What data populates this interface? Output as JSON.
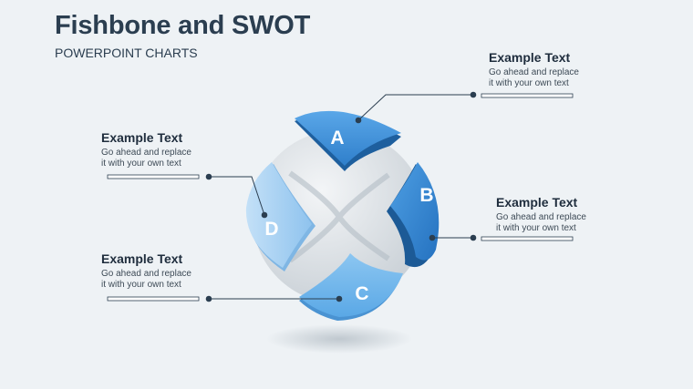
{
  "header": {
    "title": "Fishbone and SWOT",
    "subtitle": "POWERPOINT CHARTS"
  },
  "diagram": {
    "segments": [
      {
        "letter": "A",
        "color": "#3b8fd8"
      },
      {
        "letter": "B",
        "color": "#2f86d6"
      },
      {
        "letter": "C",
        "color": "#6db4ea"
      },
      {
        "letter": "D",
        "color": "#a6cff1"
      }
    ],
    "center_color": "#dfe4e8"
  },
  "callouts": [
    {
      "title": "Example Text",
      "text_line1": "Go ahead and replace",
      "text_line2": "it with your own text"
    },
    {
      "title": "Example Text",
      "text_line1": "Go ahead and replace",
      "text_line2": "it with your own text"
    },
    {
      "title": "Example Text",
      "text_line1": "Go ahead and replace",
      "text_line2": "it with your own text"
    },
    {
      "title": "Example Text",
      "text_line1": "Go ahead and replace",
      "text_line2": "it with your own text"
    }
  ]
}
